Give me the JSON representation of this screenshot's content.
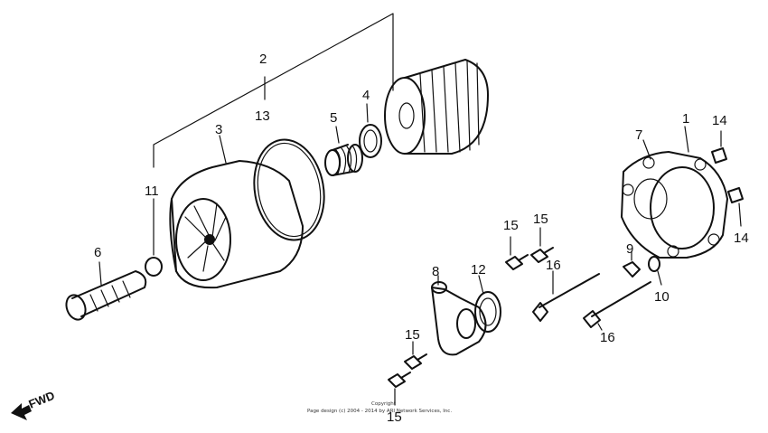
{
  "callouts": {
    "c1": "1",
    "c2": "2",
    "c3": "3",
    "c4": "4",
    "c5": "5",
    "c6": "6",
    "c7": "7",
    "c8": "8",
    "c9": "9",
    "c10": "10",
    "c11": "11",
    "c12": "12",
    "c13": "13",
    "c14a": "14",
    "c14b": "14",
    "c15a": "15",
    "c15b": "15",
    "c15c": "15",
    "c15d": "15",
    "c16a": "16",
    "c16b": "16"
  },
  "direction_label": "FWD",
  "footer": {
    "line1": "Copyright",
    "line2": "Page design (c) 2004 - 2014 by ARI Network Services, Inc."
  }
}
